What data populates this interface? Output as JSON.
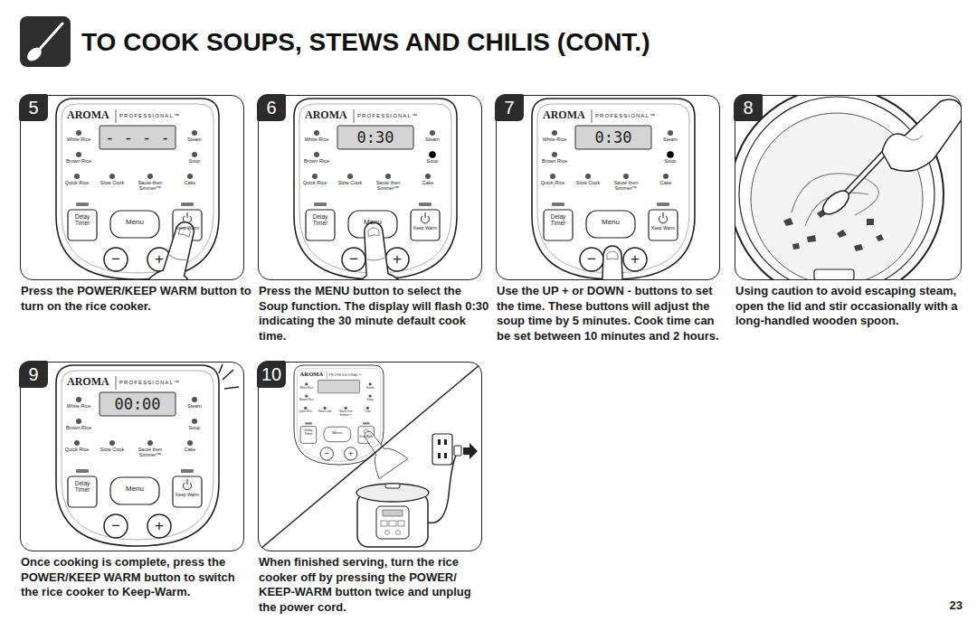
{
  "diagram": {
    "title": "TO COOK SOUPS, STEWS AND CHILIS (CONT.)",
    "nodes": [
      {
        "text": [
          "Press the POWER/KEEP WARM button to turn on the rice cooker."
        ]
      },
      {
        "text": [
          "5"
        ],
        "in": 0
      },
      {
        "text": [
          "Press the MENU button to select the Soup function. The display will flash 0:30 indicating the 30 minute default cook time."
        ]
      },
      {
        "text": [
          "6"
        ],
        "in": 2
      },
      {
        "text": [
          "Use the UP + or DOWN - buttons to set the time. These buttons will adjust the soup time by 5 minutes. Cook time can be set between 10 minutes and 2 hours."
        ]
      },
      {
        "text": [
          "7"
        ],
        "in": 4
      },
      {
        "text": [
          "Using caution to avoid escaping steam, open the lid and stir occasionally with a long-handled wooden spoon."
        ]
      },
      {
        "text": [
          "8"
        ],
        "in": 6
      },
      {
        "text": [
          "Once cooking is complete, press the POWER/KEEP WARM button to switch the rice cooker to Keep-Warm."
        ]
      },
      {
        "text": [
          "9"
        ],
        "in": 8
      },
      {
        "text": [
          "When finished serving, turn the rice cooker off by pressing the POWER/ KEEP-WARM button twice and unplug the power cord."
        ]
      },
      {
        "text": [
          "10"
        ],
        "in": 10
      }
    ],
    "labels": [
      "AROMA",
      "PROFESSIONAL™",
      "- - - -",
      "White Rice",
      "Steam",
      "Brown Rice",
      "Soup",
      "Quick Rice",
      "Slow Cook",
      "Sauté then Simmer™",
      "Cake",
      "Delay Timer",
      "Menu",
      "Keep Warm",
      "−",
      "+",
      "AROMA",
      "PROFESSIONAL™",
      "0:30",
      "White Rice",
      "Steam",
      "Brown Rice",
      "Soup",
      "Quick Rice",
      "Slow Cook",
      "Sauté then Simmer™",
      "Cake",
      "Delay Timer",
      "Menu",
      "Keep Warm",
      "−",
      "+",
      "AROMA",
      "PROFESSIONAL™",
      "0:30",
      "White Rice",
      "Steam",
      "Brown Rice",
      "Soup",
      "Quick Rice",
      "Slow Cook",
      "Sauté then Simmer™",
      "Cake",
      "Delay Timer",
      "Menu",
      "Keep Warm",
      "−",
      "+",
      "AROMA",
      "PROFESSIONAL™",
      "00:00",
      "White Rice",
      "Steam",
      "Brown Rice",
      "Soup",
      "Quick Rice",
      "Slow Cook",
      "Sauté then Simmer™",
      "Cake",
      "Delay Timer",
      "Menu",
      "Keep Warm",
      "−",
      "+",
      "AROMA",
      "PROFESSIONAL™",
      "White Rice",
      "Steam",
      "Brown Rice",
      "Soup",
      "Quick Rice",
      "Slow Cook",
      "Sauté then Simmer™",
      "Cake",
      "Delay Timer",
      "Menu",
      "Keep Warm",
      "−",
      "+",
      "23"
    ]
  }
}
